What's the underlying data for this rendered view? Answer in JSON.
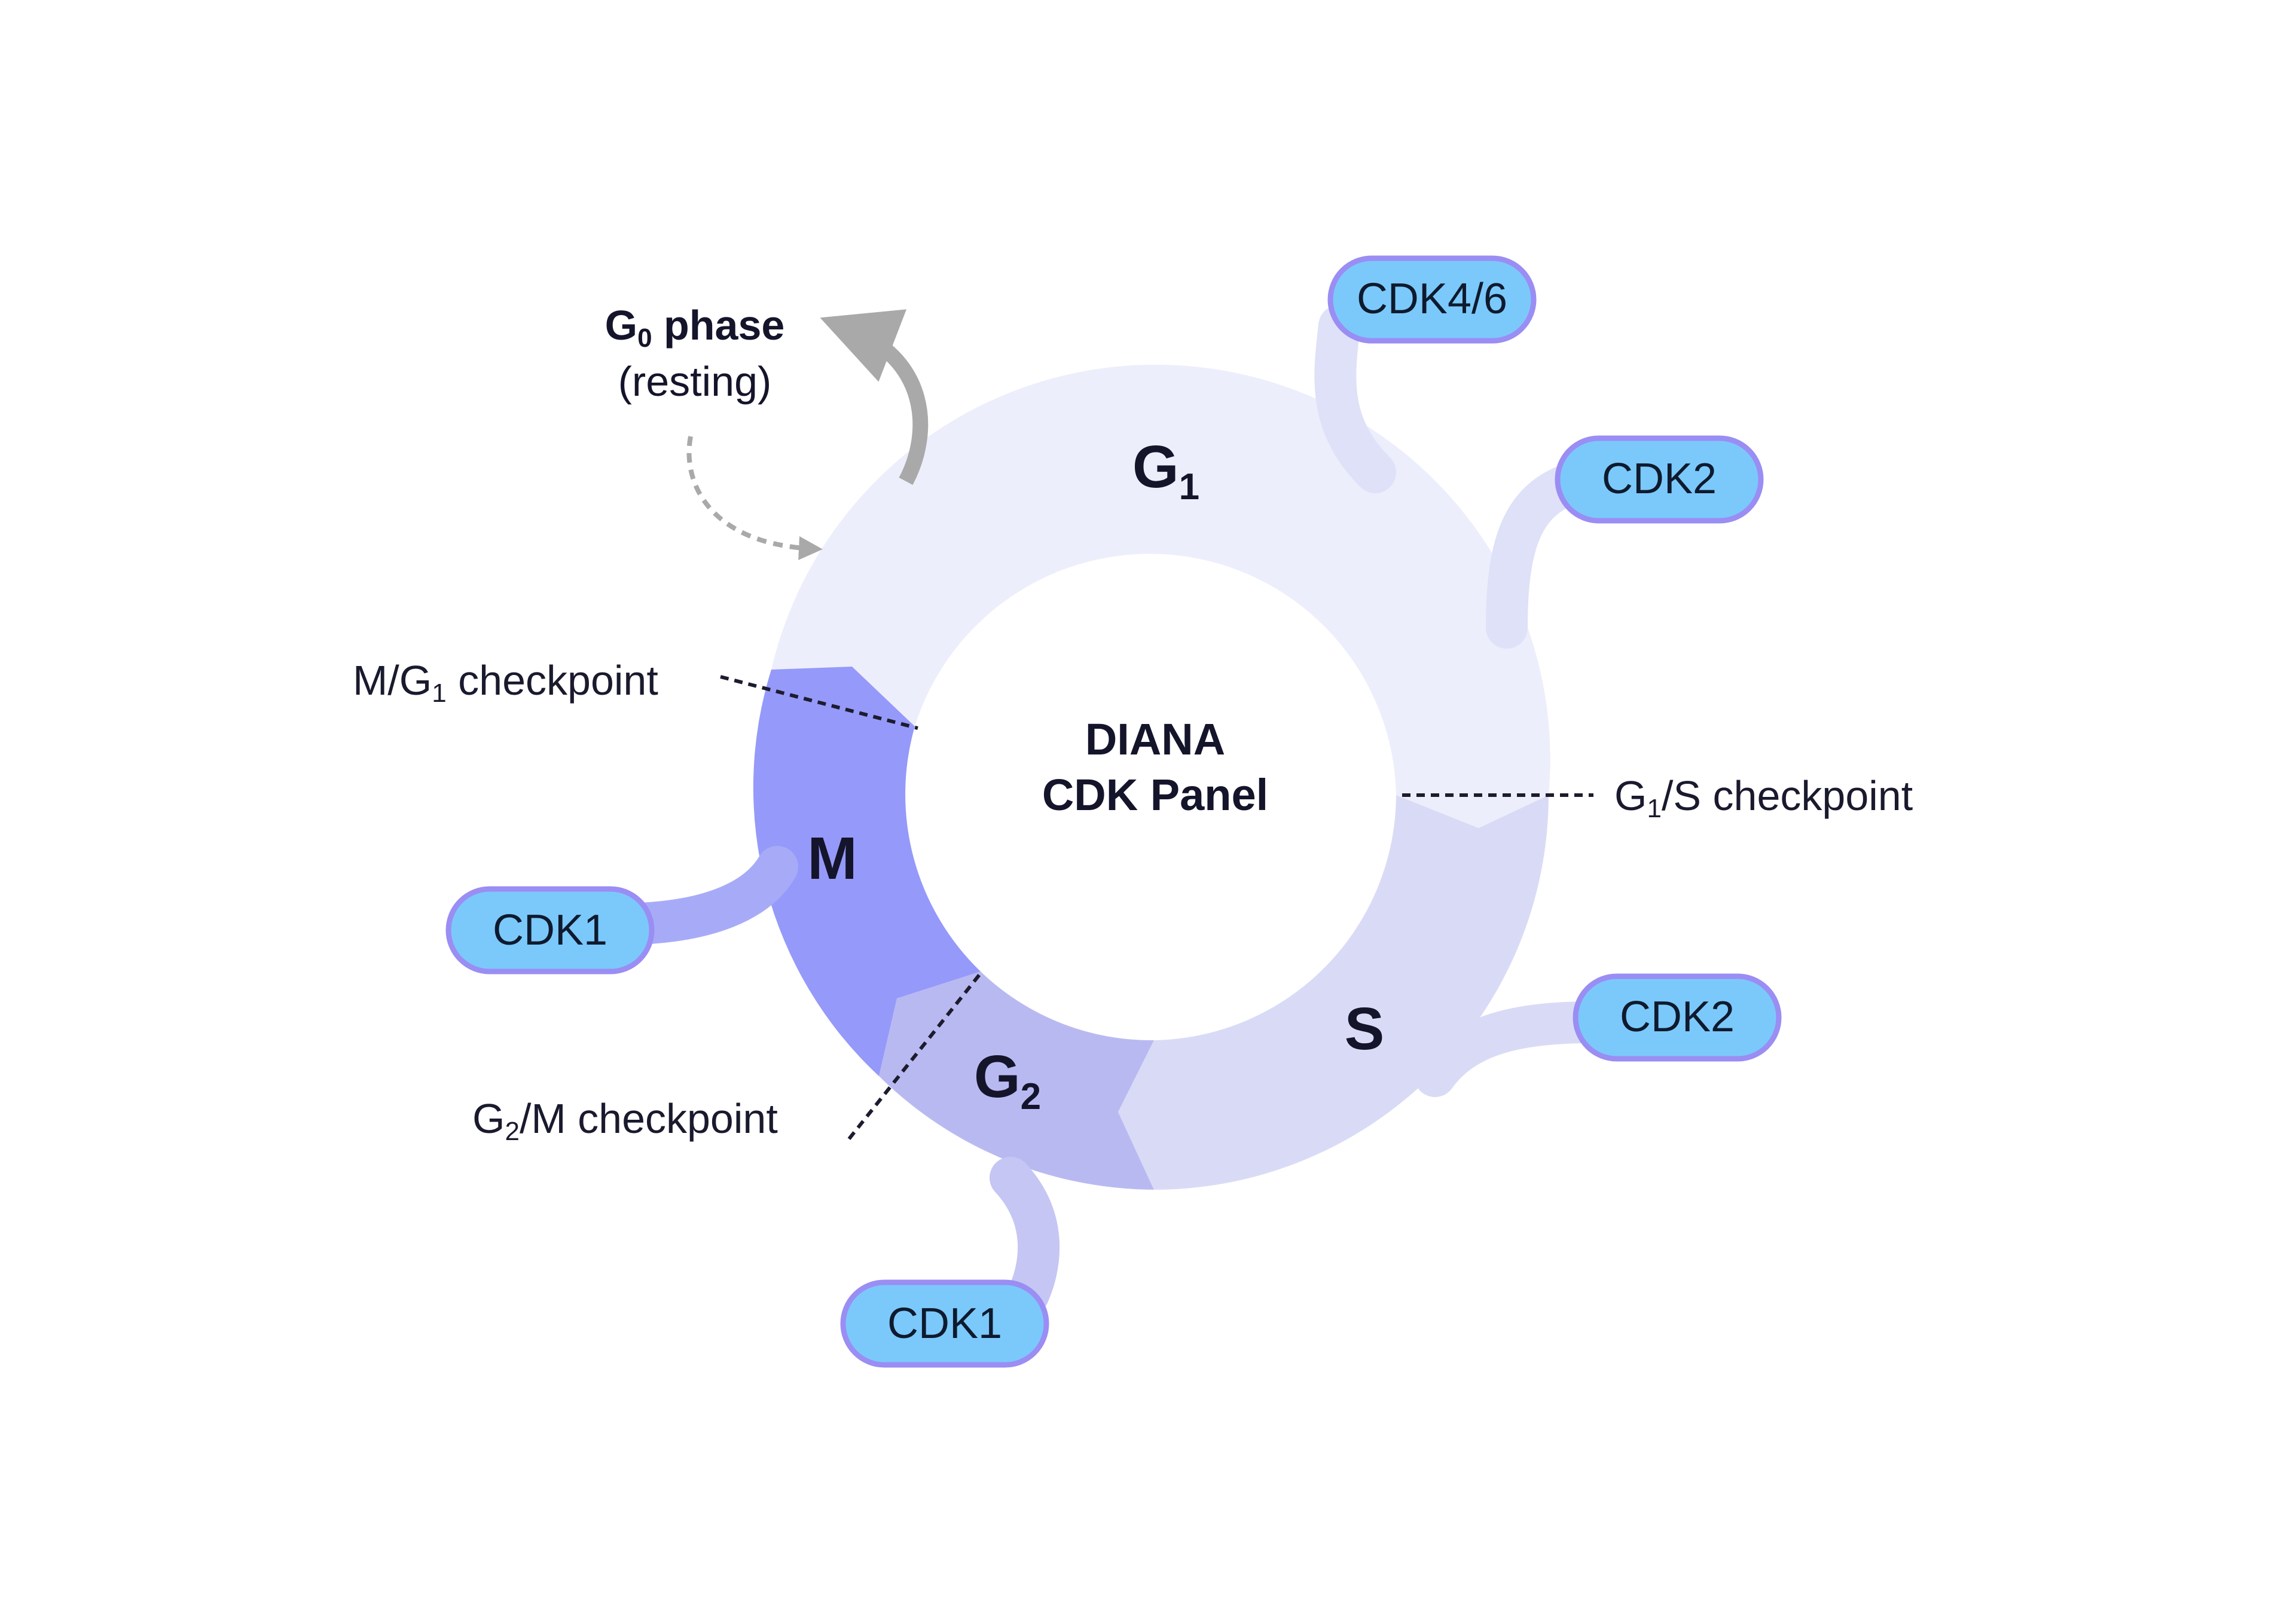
{
  "colors": {
    "g1": "#edeefb",
    "s": "#d9dbf6",
    "g2": "#b9b9f2",
    "m": "#9599f9",
    "pill_fill": "#7bc9fb",
    "pill_border": "#9a8df3",
    "g0_arrow": "#a9a9a9",
    "checkpoint_line": "#1c1c2e"
  },
  "center": {
    "line1": "DIANA",
    "line2": "CDK Panel"
  },
  "phases": {
    "g1": {
      "main": "G",
      "sub": "1"
    },
    "s": {
      "main": "S"
    },
    "g2": {
      "main": "G",
      "sub": "2"
    },
    "m": {
      "main": "M"
    }
  },
  "g0": {
    "main": "G",
    "sub": "0",
    "rest": " phase",
    "line2": "(resting)"
  },
  "checkpoints": {
    "m_g1": {
      "pre": "M/G",
      "sub": "1",
      "post": " checkpoint"
    },
    "g1_s": {
      "pre": "G",
      "sub": "1",
      "post": "/S checkpoint"
    },
    "g2_m": {
      "pre": "G",
      "sub": "2",
      "post": "/M checkpoint"
    }
  },
  "kinases": {
    "cdk46": "CDK4/6",
    "cdk2_g1": "CDK2",
    "cdk2_s": "CDK2",
    "cdk1_m": "CDK1",
    "cdk1_g2": "CDK1"
  }
}
